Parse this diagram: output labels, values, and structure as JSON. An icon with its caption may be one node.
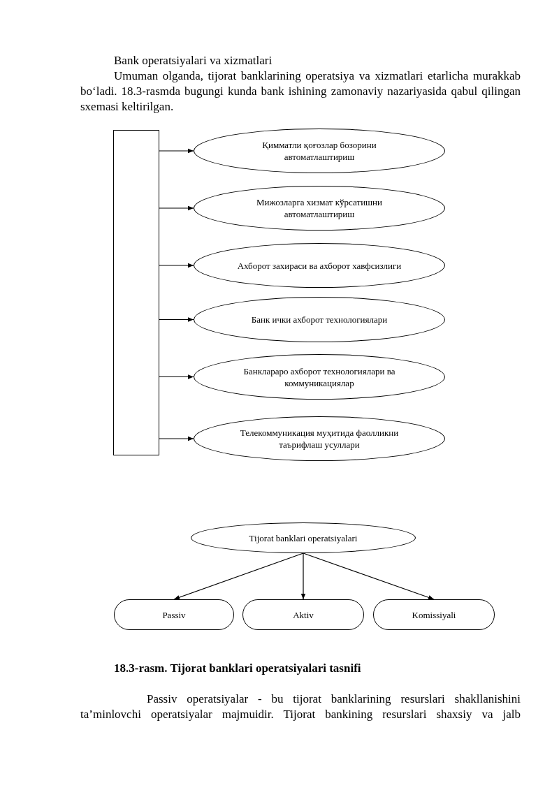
{
  "diagram": {
    "title": "Bank operatsiyalari va xizmatlari",
    "caption": "18.3-rasm. Tijorat banklari operatsiyalari tasnifi",
    "nodes": [
      {
        "text": [],
        "shape": "box"
      },
      {
        "text": [
          "Қимматли қоғозлар бозорини автоматлаштириш"
        ]
      },
      {
        "text": [
          "Мижозларга хизмат кўрсатишни автоматлаштириш"
        ]
      },
      {
        "text": [
          "Ахборот захираси ва ахборот хавфсизлиги"
        ]
      },
      {
        "text": [
          "Банк ички ахборот технологиялари"
        ]
      },
      {
        "text": [
          "Банклараро ахборот технологиялари ва коммуникациялар"
        ]
      },
      {
        "text": [
          "Телекоммуникация муҳитида фаолликни таърифлаш усуллари"
        ]
      },
      {
        "text": [
          "Tijorat banklari operatsiyalari"
        ]
      },
      {
        "text": [
          "Passiv"
        ]
      },
      {
        "text": [
          "Aktiv"
        ]
      },
      {
        "text": [
          "Komissiyali"
        ]
      }
    ],
    "edges": [
      {
        "from": 0,
        "to": 1,
        "arrow": "to"
      },
      {
        "from": 0,
        "to": 2,
        "arrow": "to"
      },
      {
        "from": 0,
        "to": 3,
        "arrow": "to"
      },
      {
        "from": 0,
        "to": 4,
        "arrow": "to"
      },
      {
        "from": 0,
        "to": 5,
        "arrow": "to"
      },
      {
        "from": 0,
        "to": 6,
        "arrow": "to"
      },
      {
        "from": 7,
        "to": 8,
        "arrow": "to"
      },
      {
        "from": 7,
        "to": 9,
        "arrow": "to"
      },
      {
        "from": 7,
        "to": 10,
        "arrow": "to"
      }
    ],
    "labels": [
      "Umuman olganda, tijorat banklarining operatsiya va xizmatlari etarlicha murakkab bo‘ladi. 18.3-rasmda bugungi kunda bank ishining zamonaviy nazariyasida qabul qilingan sxemasi keltirilgan.",
      "Passiv operatsiyalar - bu  tijorat banklarining resurslari shakllanishini ta’minlovchi operatsiyalar majmuidir.  Tijorat bankining resurslari shaxsiy va jalb"
    ]
  }
}
